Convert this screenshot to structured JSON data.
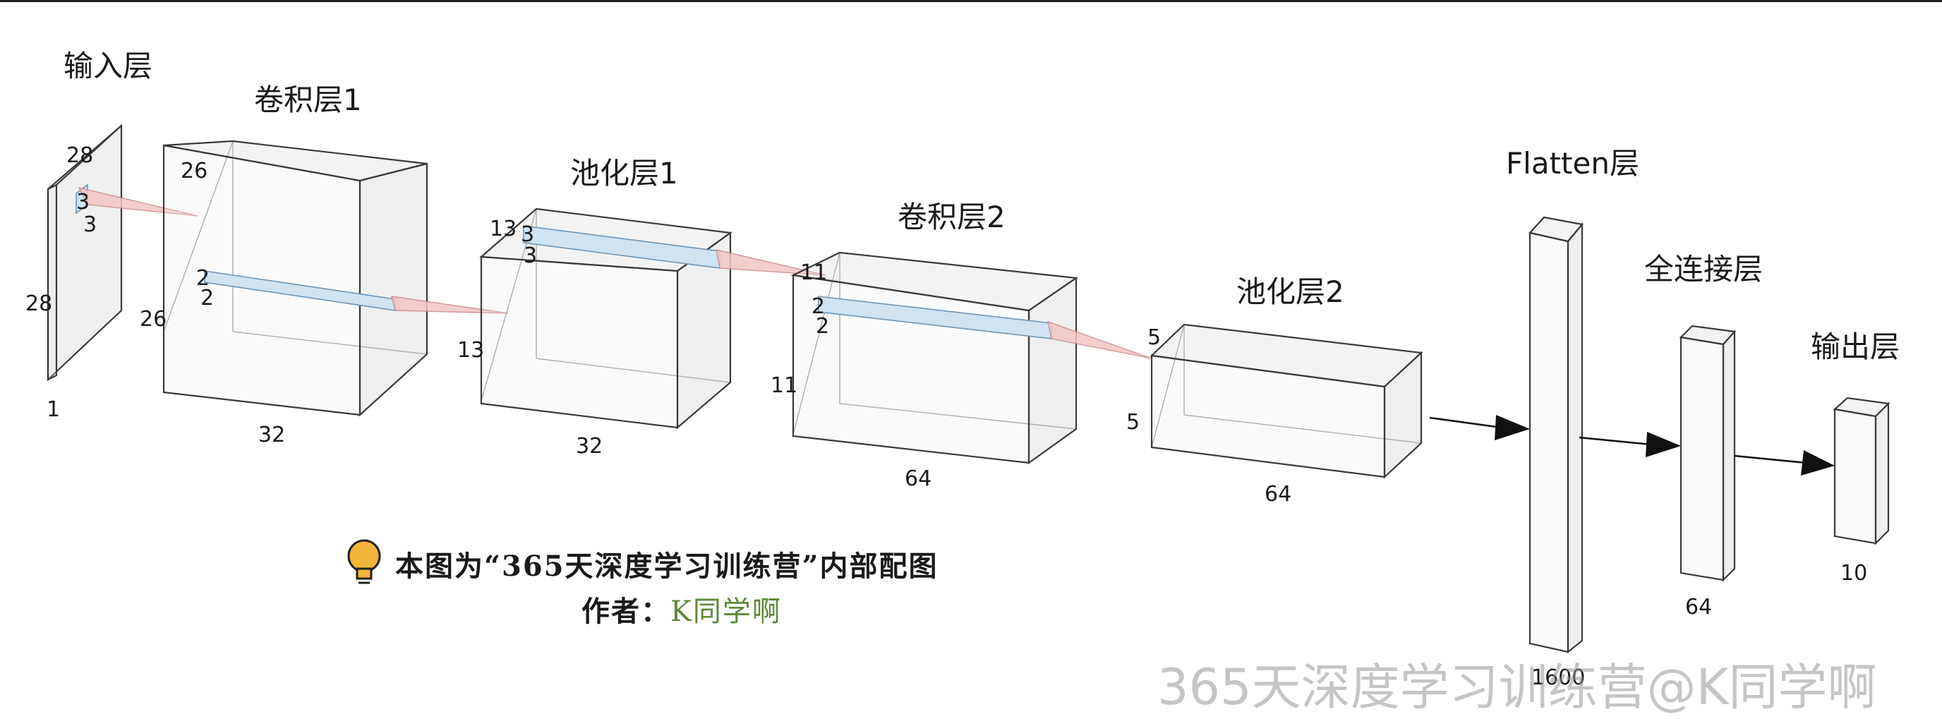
{
  "layers": [
    {
      "id": "input",
      "title": "输入层",
      "dims": [
        "28",
        "28",
        "1"
      ]
    },
    {
      "id": "conv1",
      "title": "卷积层1",
      "dims": [
        "26",
        "26",
        "32"
      ],
      "kernel": [
        "3",
        "3"
      ]
    },
    {
      "id": "pool1",
      "title": "池化层1",
      "dims": [
        "13",
        "13",
        "32"
      ],
      "kernel": [
        "2",
        "2"
      ]
    },
    {
      "id": "conv2",
      "title": "卷积层2",
      "dims": [
        "11",
        "11",
        "64"
      ],
      "kernel": [
        "3",
        "3"
      ]
    },
    {
      "id": "pool2",
      "title": "池化层2",
      "dims": [
        "5",
        "5",
        "64"
      ],
      "kernel": [
        "2",
        "2"
      ]
    },
    {
      "id": "flatten",
      "title": "Flatten层",
      "dims": [
        "1600"
      ]
    },
    {
      "id": "dense",
      "title": "全连接层",
      "dims": [
        "64"
      ]
    },
    {
      "id": "output",
      "title": "输出层",
      "dims": [
        "10"
      ]
    }
  ],
  "note": {
    "line1": "本图为“365天深度学习训练营”内部配图",
    "line2_prefix": "作者：",
    "line2_author": "K同学啊",
    "icon": "lightbulb-icon",
    "icon_color": "#f2b43a",
    "author_color": "#5d8a3a"
  },
  "watermark": "365天深度学习训练营@K同学啊",
  "colors": {
    "kernel_fill": "#cfe3f3",
    "cone_fill": "#f3c5c5",
    "edge": "#3a3a3a"
  }
}
